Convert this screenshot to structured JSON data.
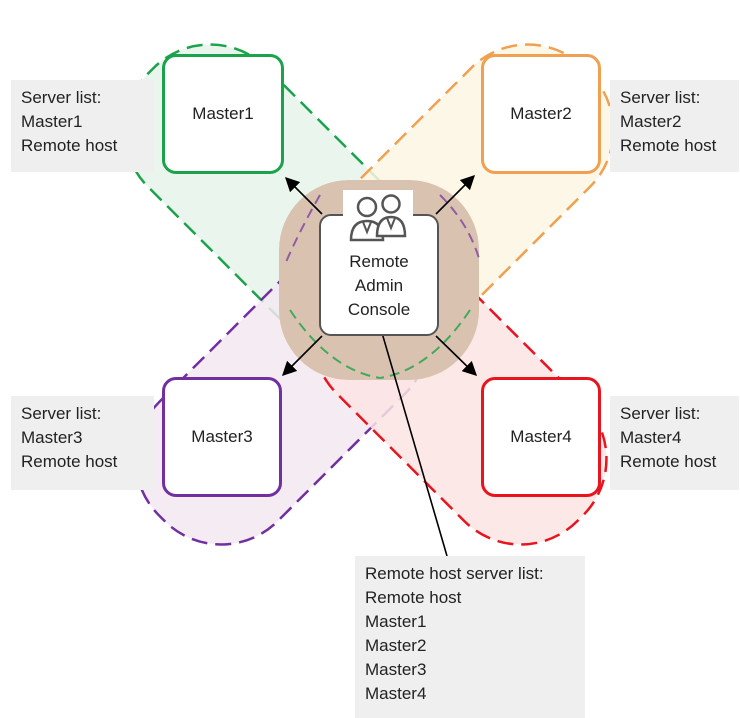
{
  "colors": {
    "master1": "#1aa34a",
    "master2": "#f0a050",
    "master3": "#7030a0",
    "master4": "#e8141e",
    "console_fill": "#d9c3b0",
    "info_bg": "#efefef"
  },
  "masters": [
    {
      "label": "Master1",
      "server_list": [
        "Server list:",
        "Master1",
        "Remote host"
      ]
    },
    {
      "label": "Master2",
      "server_list": [
        "Server list:",
        "Master2",
        "Remote host"
      ]
    },
    {
      "label": "Master3",
      "server_list": [
        "Server list:",
        "Master3",
        "Remote host"
      ]
    },
    {
      "label": "Master4",
      "server_list": [
        "Server list:",
        "Master4",
        "Remote host"
      ]
    }
  ],
  "console": {
    "lines": [
      "Remote",
      "Admin",
      "Console"
    ],
    "icon": "admin-users-icon"
  },
  "remote_host": {
    "lines": [
      "Remote host server list:",
      "Remote host",
      "Master1",
      "Master2",
      "Master3",
      "Master4"
    ]
  }
}
